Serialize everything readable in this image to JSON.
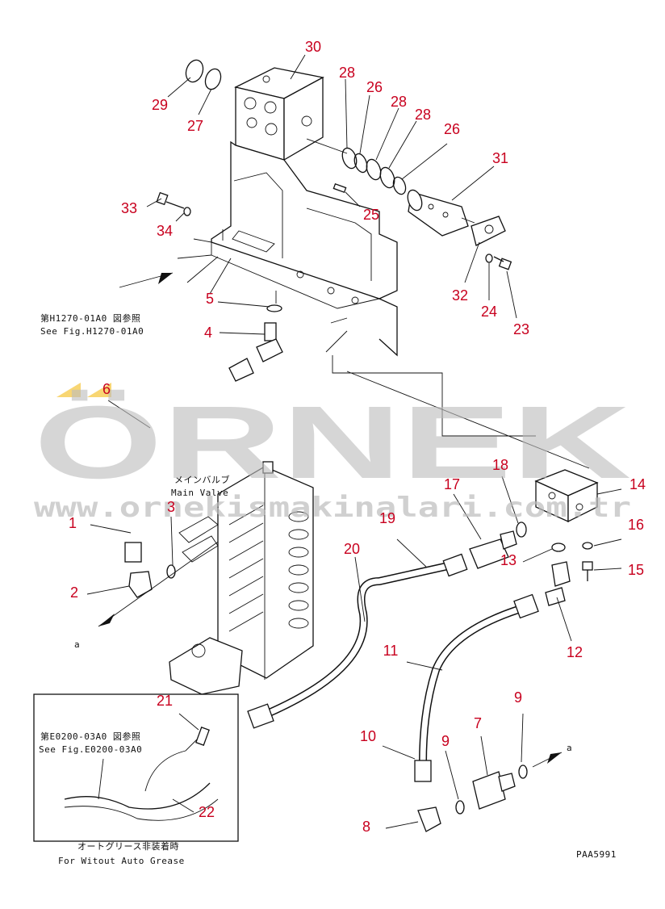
{
  "callouts": {
    "c1": "1",
    "c2": "2",
    "c3": "3",
    "c4": "4",
    "c5": "5",
    "c6": "6",
    "c7": "7",
    "c8": "8",
    "c9a": "9",
    "c9b": "9",
    "c10": "10",
    "c11": "11",
    "c12": "12",
    "c13": "13",
    "c14": "14",
    "c15": "15",
    "c16": "16",
    "c17": "17",
    "c18": "18",
    "c19": "19",
    "c20": "20",
    "c21": "21",
    "c22": "22",
    "c23": "23",
    "c24": "24",
    "c25": "25",
    "c26a": "26",
    "c26b": "26",
    "c27": "27",
    "c28a": "28",
    "c28b": "28",
    "c28c": "28",
    "c29": "29",
    "c30": "30",
    "c31": "31",
    "c32": "32",
    "c33": "33",
    "c34": "34"
  },
  "refs": {
    "h1270_jp": "第H1270-01A0 図参照",
    "h1270_en": "See Fig.H1270-01A0",
    "main_valve_jp": "メインバルブ",
    "main_valve_en": "Main Valve",
    "e0200_jp": "第E0200-03A0 図参照",
    "e0200_en": "See Fig.E0200-03A0",
    "auto_grease_jp": "オートグリース非装着時",
    "auto_grease_en": "For Witout Auto Grease",
    "conn_a1": "a",
    "conn_a2": "a",
    "drawing_code": "PAA5991"
  },
  "watermark": {
    "brand": "ÖRNEK",
    "url": "www.ornekismakinalari.com.tr"
  },
  "colors": {
    "callout": "#c8001e",
    "watermark": "#bdbdbd",
    "accent": "#f2b400"
  }
}
